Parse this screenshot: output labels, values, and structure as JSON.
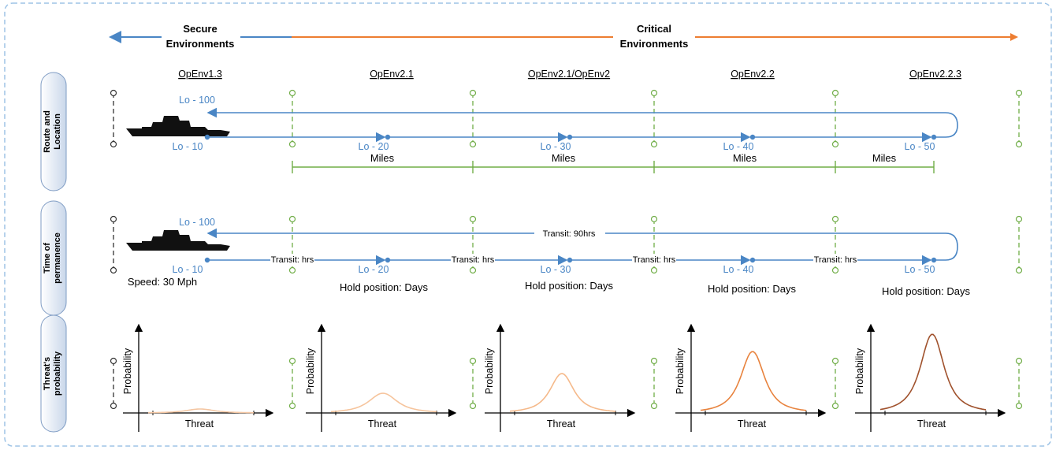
{
  "header": {
    "secure_line1": "Secure",
    "secure_line2": "Environments",
    "critical_line1": "Critical",
    "critical_line2": "Environments"
  },
  "environments": [
    "OpEnv1.3",
    "OpEnv2.1",
    "OpEnv2.1/OpEnv2",
    "OpEnv2.2",
    "OpEnv2.2.3"
  ],
  "rows": {
    "route": {
      "line1": "Route and",
      "line2": "Location"
    },
    "time": {
      "line1": "Time of",
      "line2": "permanence"
    },
    "threat": {
      "line1": "Threat's",
      "line2": "probability"
    }
  },
  "locations": {
    "top": "Lo - 100",
    "points": [
      "Lo - 10",
      "Lo - 20",
      "Lo - 30",
      "Lo - 40",
      "Lo - 50"
    ]
  },
  "miles_label": "Miles",
  "transit_label": "Transit: hrs",
  "transit_return": "Transit: 90hrs",
  "speed": "Speed: 30 Mph",
  "hold_label": "Hold position: Days",
  "hold_label_last": "Hold position: Days",
  "axis_y": "Probability",
  "axis_x": "Threat",
  "colors": {
    "blue": "#4a86c5",
    "green": "#70ad47",
    "orange": "#ed7d31",
    "border": "#9dc3e6",
    "curves": [
      "#f4c6a2",
      "#f6c49c",
      "#f5b98a",
      "#e8833e",
      "#a0522d"
    ]
  },
  "threat_peaks": [
    0.05,
    0.25,
    0.5,
    0.78,
    1.0
  ]
}
